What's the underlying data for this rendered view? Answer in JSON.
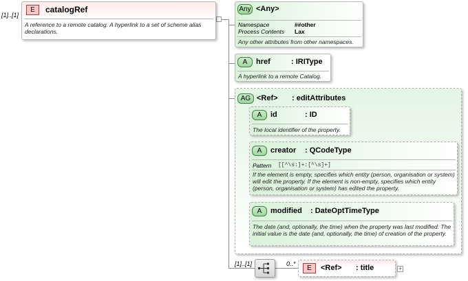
{
  "root": {
    "multiplicity": "[1]..[1]",
    "badge": "E",
    "name": "catalogRef",
    "doc": "A reference to a remote catalog. A hyperlink to a set of scheme alias declarations."
  },
  "any": {
    "badge": "Any",
    "name": "<Any>",
    "rows": [
      {
        "label": "Namespace",
        "value": "##other"
      },
      {
        "label": "Process Contents",
        "value": "Lax"
      }
    ],
    "doc": "Any other attributes from other namespaces."
  },
  "href": {
    "badge": "A",
    "name": "href",
    "type": ": IRIType",
    "doc": "A hyperlink to a remote Catalog."
  },
  "group": {
    "badge": "AG",
    "name": "<Ref>",
    "type": ": editAttributes",
    "attributes": [
      {
        "badge": "A",
        "name": "id",
        "type": ": ID",
        "doc": "The local identifier of the property."
      },
      {
        "badge": "A",
        "name": "creator",
        "type": ": QCodeType",
        "pattern_label": "Pattern",
        "pattern_value": "[[^\\s:]+:[^\\s]+]",
        "doc": "If the element is empty, specifies which entity (person, organisation or system) will edit the property. If the element is non-empty, specifies which entity (person, organisation or system) has edited the property."
      },
      {
        "badge": "A",
        "name": "modified",
        "type": ": DateOptTimeType",
        "doc": "The date (and, optionally, the time) when the property was last modified. The initial value is the date (and, optionally, the time) of creation of the property."
      }
    ]
  },
  "sequence": {
    "multiplicity": "[1]..[1]",
    "child_multiplicity": "0..*",
    "child_badge": "E",
    "child_name": "<Ref>",
    "child_type": ": title",
    "expand": "+"
  }
}
